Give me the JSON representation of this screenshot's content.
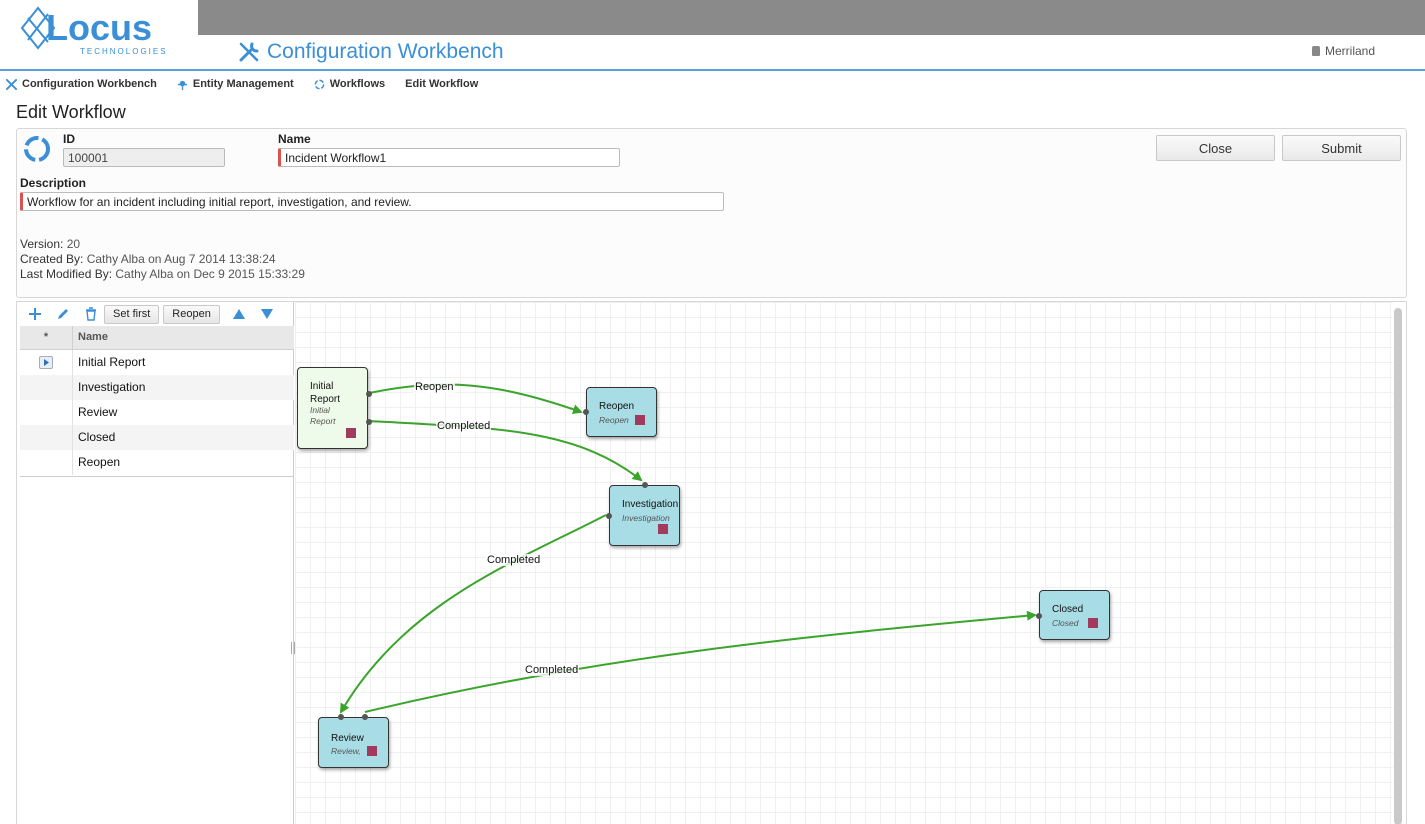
{
  "brand": {
    "logo_text": "Locus",
    "logo_sub": "TECHNOLOGIES"
  },
  "header": {
    "app_title": "Configuration Workbench",
    "user": "Merriland"
  },
  "breadcrumbs": [
    {
      "label": "Configuration Workbench",
      "icon": "wrench-icon"
    },
    {
      "label": "Entity Management",
      "icon": "entity-icon"
    },
    {
      "label": "Workflows",
      "icon": "workflow-icon"
    },
    {
      "label": "Edit Workflow",
      "icon": ""
    }
  ],
  "page": {
    "title": "Edit Workflow"
  },
  "form": {
    "id_label": "ID",
    "id_value": "100001",
    "name_label": "Name",
    "name_value": "Incident Workflow1",
    "description_label": "Description",
    "description_value": "Workflow for an incident including initial report, investigation, and review.",
    "close_label": "Close",
    "submit_label": "Submit",
    "version_label": "Version:",
    "version_value": "20",
    "created_label": "Created By:",
    "created_value": "Cathy Alba on Aug 7 2014 13:38:24",
    "modified_label": "Last Modified By:",
    "modified_value": "Cathy Alba on Dec 9 2015 15:33:29"
  },
  "toolbar": {
    "set_first_label": "Set first",
    "reopen_label": "Reopen"
  },
  "grid": {
    "col_star": "*",
    "col_name": "Name",
    "rows": [
      {
        "name": "Initial Report",
        "first": true
      },
      {
        "name": "Investigation",
        "first": false
      },
      {
        "name": "Review",
        "first": false
      },
      {
        "name": "Closed",
        "first": false
      },
      {
        "name": "Reopen",
        "first": false
      }
    ]
  },
  "diagram": {
    "nodes": {
      "initial": {
        "title": "Initial\nReport",
        "subtitle": "Initial\nReport"
      },
      "reopen": {
        "title": "Reopen",
        "subtitle": "Reopen"
      },
      "investigation": {
        "title": "Investigation",
        "subtitle": "Investigation"
      },
      "closed": {
        "title": "Closed",
        "subtitle": "Closed"
      },
      "review": {
        "title": "Review",
        "subtitle": "Review,"
      }
    },
    "edges": {
      "initial_reopen": "Reopen",
      "initial_investigation": "Completed",
      "investigation_review": "Completed",
      "review_closed": "Completed"
    }
  },
  "colors": {
    "accent": "#3a8fd6",
    "edge": "#3aa52a",
    "node": "#a9dde6",
    "start_node": "#effbea",
    "required": "#d9534f"
  }
}
